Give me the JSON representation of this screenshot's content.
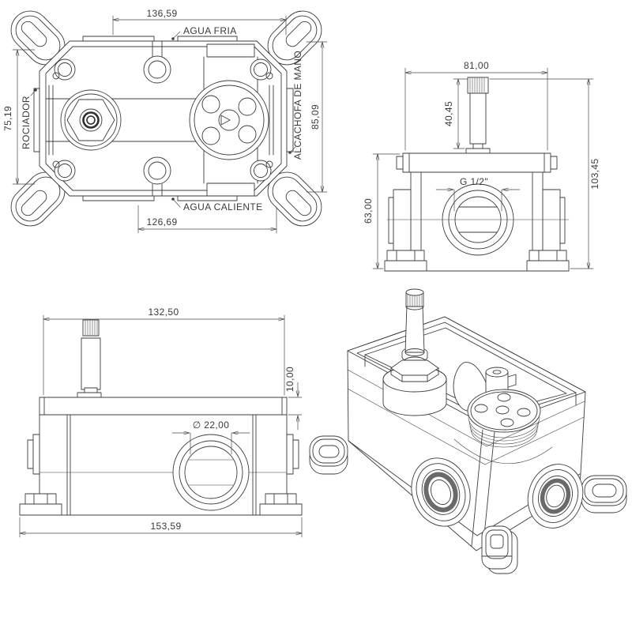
{
  "colors": {
    "background": "#ffffff",
    "line": "#3d3d3d",
    "text": "#3a3a3a"
  },
  "front": {
    "dim_top": "136,59",
    "dim_bottom": "126,69",
    "dim_left": "75,19",
    "dim_right": "85,09",
    "label_cold_water": "AGUA FRIA",
    "label_hot_water": "AGUA CALIENTE",
    "label_sprayer": "ROCIADOR",
    "label_hand_shower": "ALCACHOFA DE MANO"
  },
  "side": {
    "dim_width": "81,00",
    "dim_stem_height": "40,45",
    "dim_total_height": "103,45",
    "dim_body_height": "63,00",
    "label_thread": "G 1/2\""
  },
  "bottom_view": {
    "dim_top_width": "132,50",
    "dim_bottom_width": "153,59",
    "dim_cap_thickness": "10,00",
    "dim_port_diameter": "∅ 22,00"
  }
}
